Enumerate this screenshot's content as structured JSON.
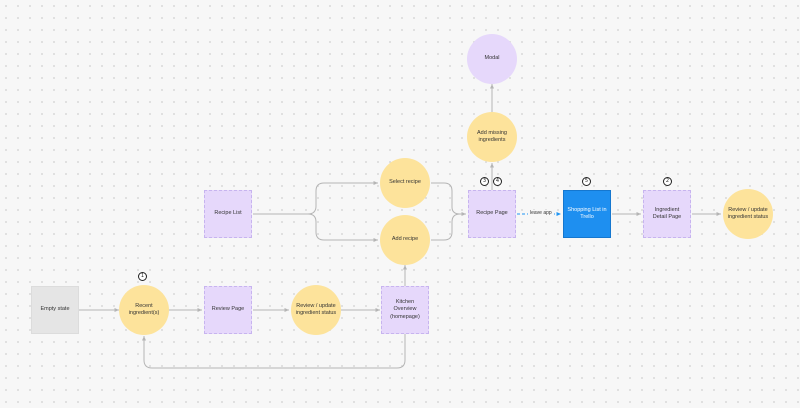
{
  "nodes": {
    "empty_state": "Empty state",
    "recent_ingredients": "Recent ingredient(s)",
    "review_page": "Review Page",
    "review_update_status": "Review / update ingredient status",
    "kitchen_overview": "Kitchen Overview (homepage)",
    "recipe_list": "Recipe List",
    "select_recipe": "Select recipe",
    "add_recipe": "Add recipe",
    "recipe_page": "Recipe Page",
    "add_missing": "Add missing ingredients",
    "modal": "Modal",
    "shopping_list": "Shopping List in Trello",
    "ingredient_detail": "Ingredient Detail Page",
    "review_update_status_2": "Review / update ingredient status"
  },
  "edges": {
    "leave_app": "leave app"
  },
  "badges": {
    "recent_ingredients": "1",
    "recipe_page_a": "3",
    "recipe_page_b": "4",
    "shopping_list": "5",
    "ingredient_detail": "2"
  },
  "colors": {
    "purple_node": "#e6d8fb",
    "yellow_node": "#fde39b",
    "gray_node": "#e5e5e5",
    "blue_node": "#1e8ff0",
    "connector": "#b5b5b5",
    "highlight_connector": "#2196f3"
  }
}
